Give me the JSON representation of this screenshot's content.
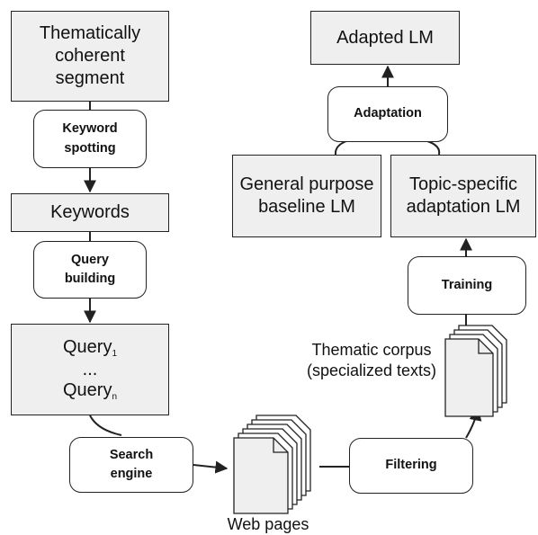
{
  "boxes": {
    "segment": "Thematically\ncoherent\nsegment",
    "keywords": "Keywords",
    "query_main": "Query",
    "query_sub1": "1",
    "query_dots": "...",
    "query_sub_n": "n",
    "adapted_lm": "Adapted LM",
    "baseline_lm": "General purpose\nbaseline LM",
    "topic_lm": "Topic-specific\nadaptation LM"
  },
  "processes": {
    "keyword_spotting": "Keyword\nspotting",
    "query_building": "Query\nbuilding",
    "search_engine": "Search\nengine",
    "filtering": "Filtering",
    "training": "Training",
    "adaptation": "Adaptation"
  },
  "labels": {
    "thematic_corpus": "Thematic corpus\n(specialized texts)",
    "web_pages": "Web pages"
  },
  "colors": {
    "box_fill": "#efefef",
    "stroke": "#222222"
  }
}
